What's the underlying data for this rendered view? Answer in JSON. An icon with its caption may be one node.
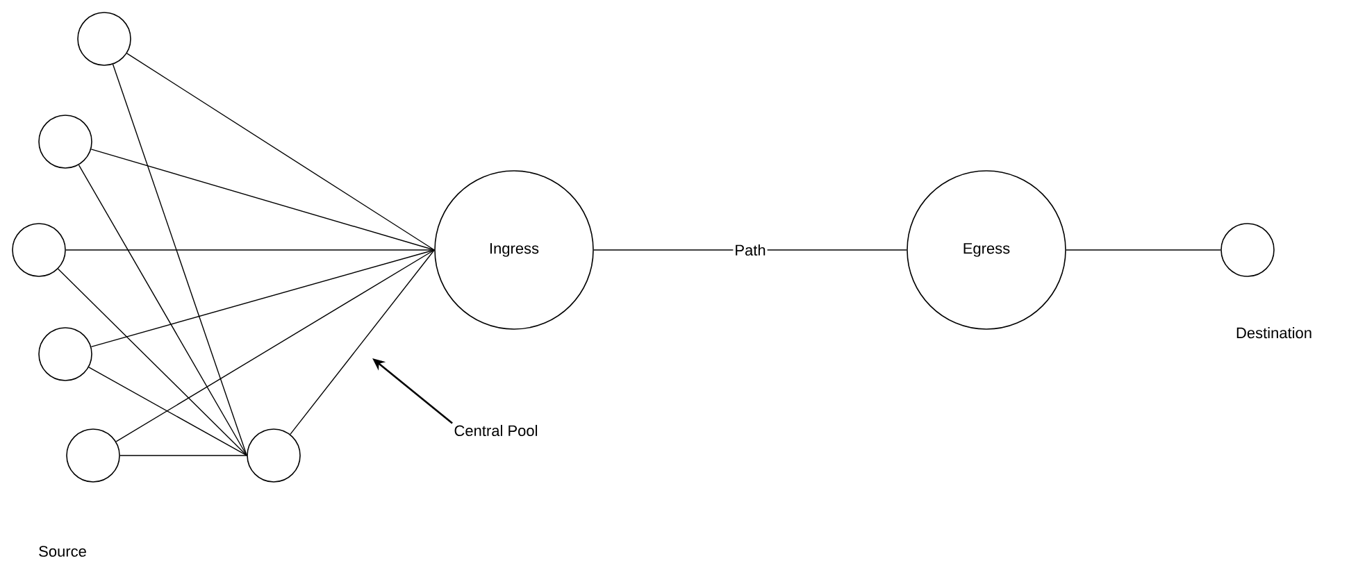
{
  "diagram": {
    "nodes": [
      {
        "text": [],
        "shape": "circle"
      },
      {
        "text": [],
        "shape": "circle"
      },
      {
        "text": [],
        "shape": "circle"
      },
      {
        "text": [],
        "shape": "circle"
      },
      {
        "text": [],
        "shape": "circle"
      },
      {
        "text": [],
        "shape": "circle"
      },
      {
        "text": [
          "Ingress"
        ]
      },
      {
        "text": [
          "Egress"
        ]
      },
      {
        "text": [],
        "shape": "circle",
        "beside": [
          "Destination"
        ]
      },
      {
        "text": [
          "Central Pool"
        ]
      }
    ],
    "edges": [
      {
        "from": 0,
        "to": 6,
        "arrow": "none"
      },
      {
        "from": 0,
        "to": 5,
        "arrow": "none"
      },
      {
        "from": 1,
        "to": 6,
        "arrow": "none"
      },
      {
        "from": 1,
        "to": 5,
        "arrow": "none"
      },
      {
        "from": 2,
        "to": 6,
        "arrow": "none"
      },
      {
        "from": 2,
        "to": 5,
        "arrow": "none"
      },
      {
        "from": 3,
        "to": 6,
        "arrow": "none"
      },
      {
        "from": 3,
        "to": 5,
        "arrow": "none"
      },
      {
        "from": 4,
        "to": 6,
        "arrow": "none"
      },
      {
        "from": 4,
        "to": 5,
        "arrow": "none"
      },
      {
        "from": 5,
        "to": 6,
        "arrow": "none"
      },
      {
        "from": 6,
        "to": 7,
        "arrow": "none",
        "label": "Path"
      },
      {
        "from": 7,
        "to": 8,
        "arrow": "none"
      },
      {
        "from": 9,
        "to": null,
        "arrow": "to"
      }
    ],
    "labels": [
      "Source"
    ]
  }
}
